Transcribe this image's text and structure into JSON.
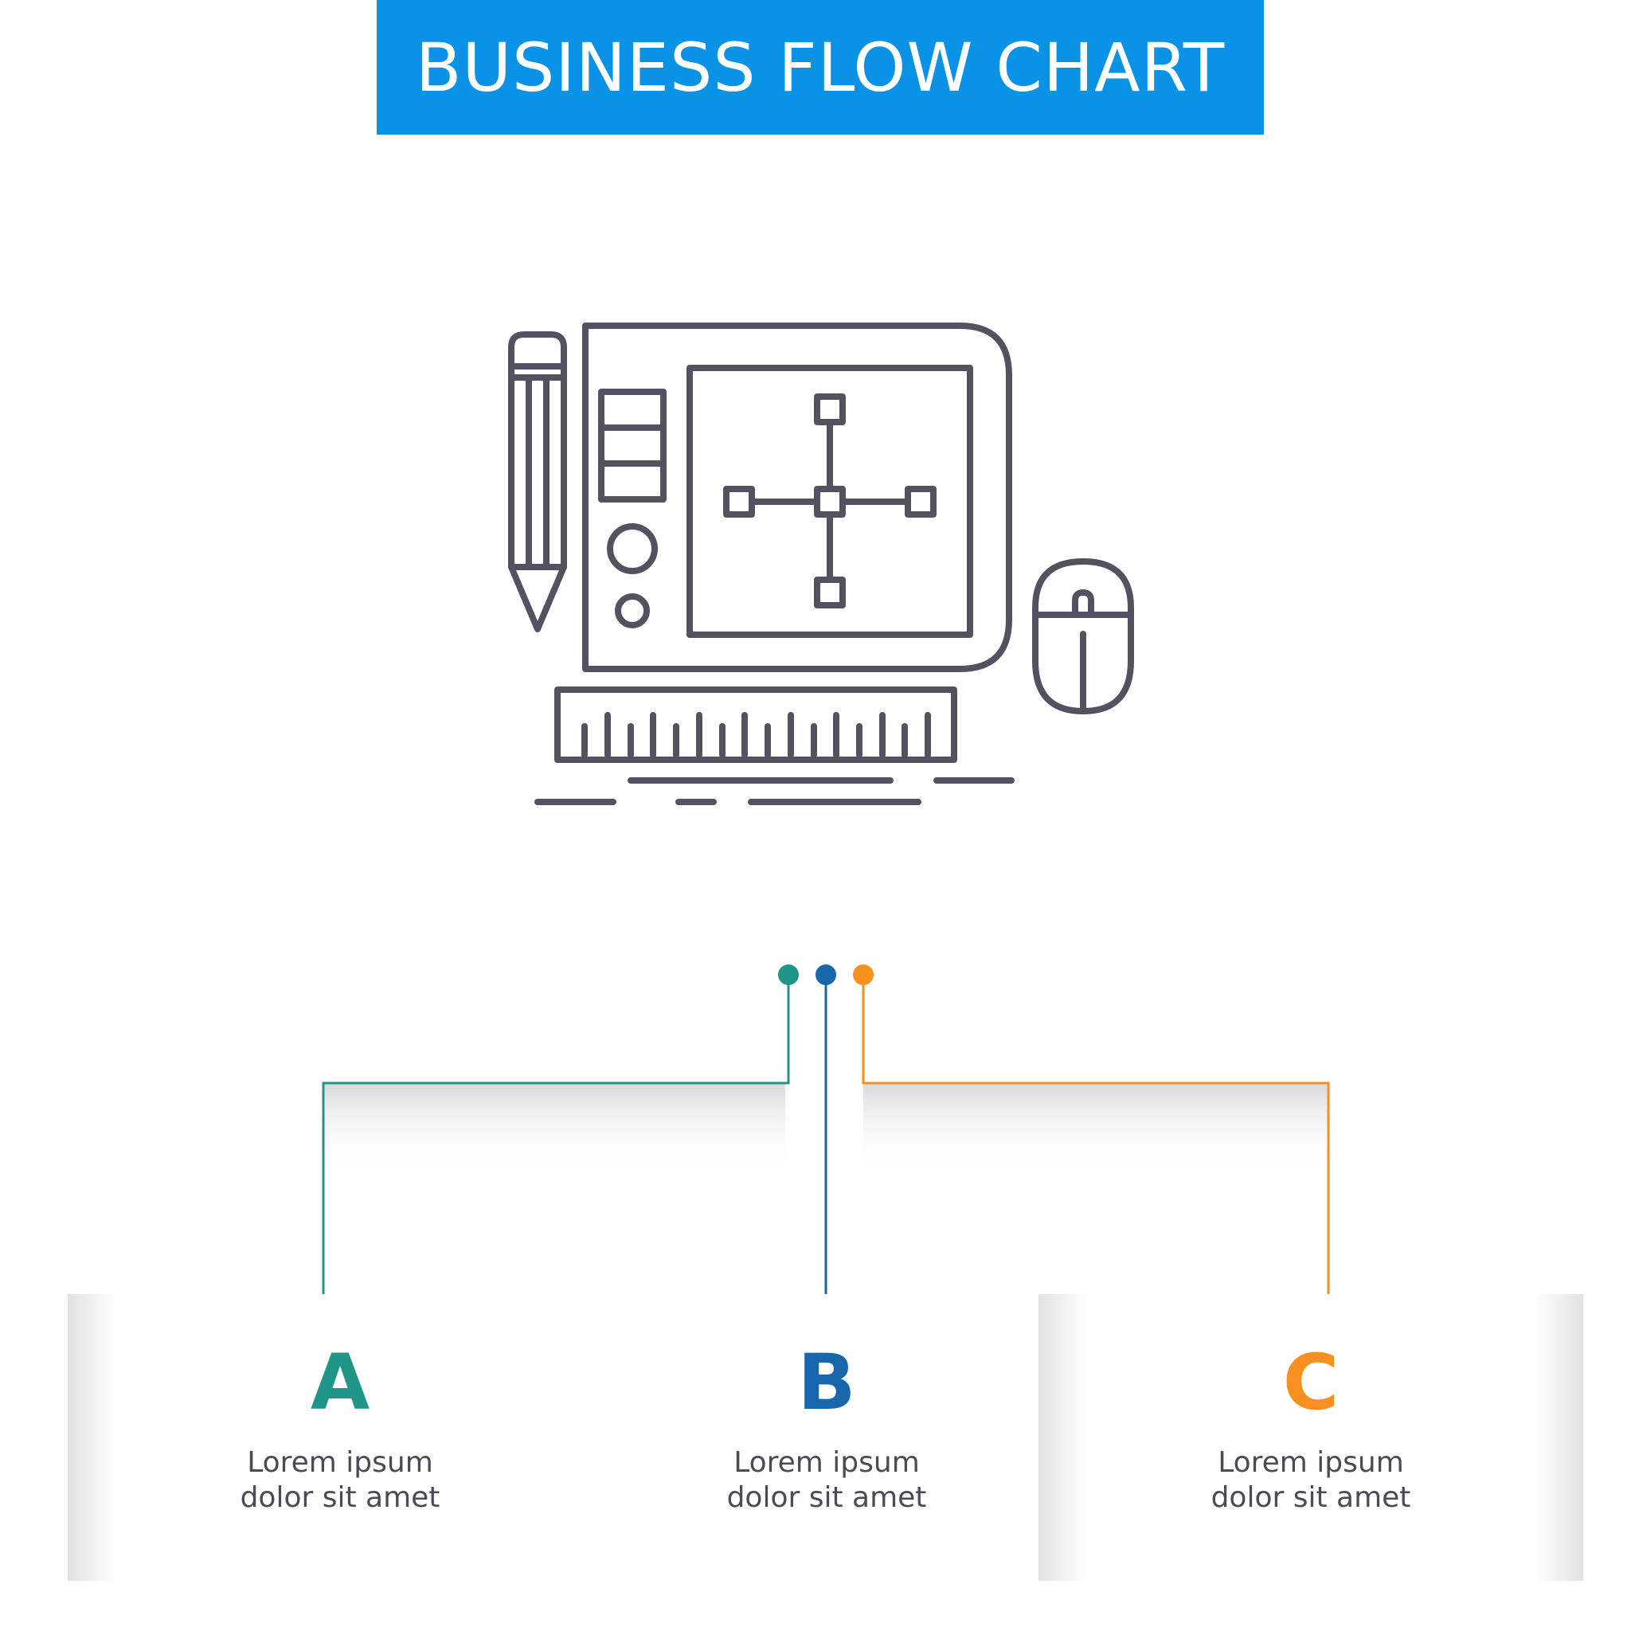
{
  "title": "BUSINESS FLOW CHART",
  "colors": {
    "banner": "#0a93e6",
    "icon_stroke": "#545260",
    "a": "#1f9688",
    "b": "#1867ad",
    "c": "#f7901e",
    "text": "#4b4a55"
  },
  "hero_icon": "graphics-tablet-pencil-mouse-ruler-icon",
  "steps": [
    {
      "letter": "A",
      "line1": "Lorem ipsum",
      "line2": "dolor sit amet"
    },
    {
      "letter": "B",
      "line1": "Lorem ipsum",
      "line2": "dolor sit amet"
    },
    {
      "letter": "C",
      "line1": "Lorem ipsum",
      "line2": "dolor sit amet"
    }
  ]
}
